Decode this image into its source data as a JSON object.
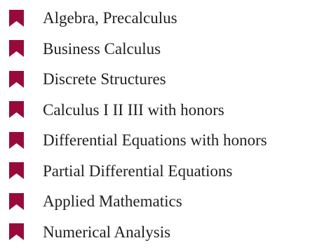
{
  "bullet_icon": "bookmark-icon",
  "bullet_color": "#990a3c",
  "courses": [
    {
      "label": "Algebra, Precalculus"
    },
    {
      "label": "Business Calculus"
    },
    {
      "label": "Discrete Structures"
    },
    {
      "label": "Calculus I II III with honors"
    },
    {
      "label": "Differential Equations with honors"
    },
    {
      "label": "Partial Differential Equations"
    },
    {
      "label": "Applied Mathematics"
    },
    {
      "label": "Numerical Analysis"
    }
  ]
}
